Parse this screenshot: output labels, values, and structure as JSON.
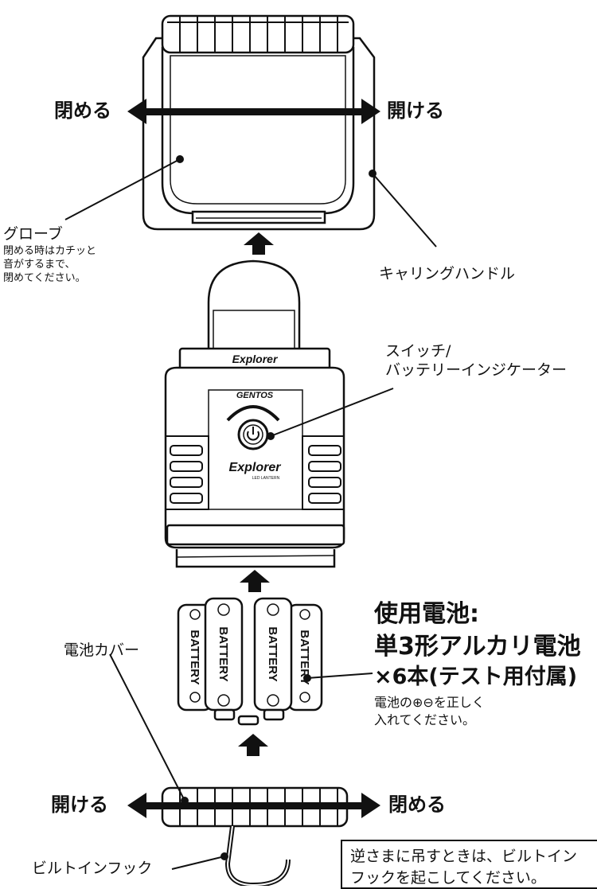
{
  "globe": {
    "close_label": "閉める",
    "open_label": "開ける",
    "name": "グローブ",
    "note_lines": [
      "閉める時はカチッと",
      "音がするまで、",
      "閉めてください。"
    ],
    "handle_label": "キャリングハンドル"
  },
  "body": {
    "switch_label_lines": [
      "スイッチ/",
      "バッテリーインジケーター"
    ],
    "brand_logo": "Explorer",
    "brand_sub": "LED LANTERN",
    "maker": "GENTOS"
  },
  "battery": {
    "heading_lines": [
      "使用電池:",
      "単3形アルカリ電池",
      "×6本(テスト用付属)"
    ],
    "note_lines": [
      "電池の⊕⊖を正しく",
      "入れてください。"
    ],
    "cell_label": "BATTERY",
    "cover_label": "電池カバー"
  },
  "base": {
    "open_label": "開ける",
    "close_label": "閉める",
    "hook_label": "ビルトインフック"
  },
  "hanging_note_lines": [
    "逆さまに吊すときは、ビルトイン",
    "フックを起こしてください。"
  ]
}
